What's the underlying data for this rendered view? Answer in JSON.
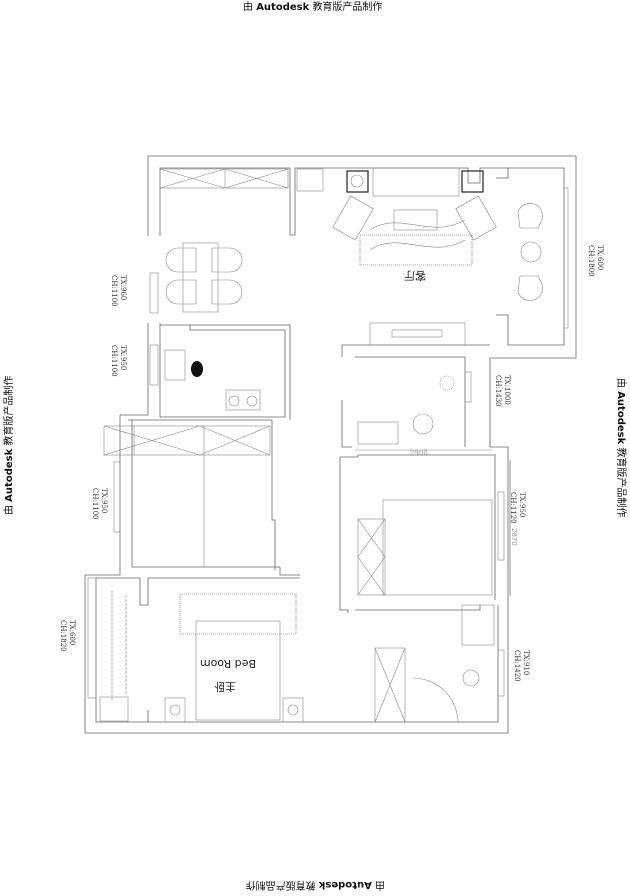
{
  "watermark": {
    "prefix": "由",
    "brand": "Autodesk",
    "suffix": "教育版产品制作"
  },
  "rooms": {
    "living_room": "客厅",
    "master_bedroom_cn": "主卧",
    "master_bedroom_en": "Bed Room"
  },
  "dimensions": {
    "horizontal": "2900",
    "vertical": "2870"
  },
  "windows": [
    {
      "tx": "TX:600",
      "ch": "CH:1800"
    },
    {
      "tx": "TX:960",
      "ch": "CH:1100"
    },
    {
      "tx": "TX:950",
      "ch": "CH:1100"
    },
    {
      "tx": "TX:1000",
      "ch": "CH:1430"
    },
    {
      "tx": "TX:950",
      "ch": "CH:1100"
    },
    {
      "tx": "TX:950",
      "ch": "CH:1120"
    },
    {
      "tx": "TX:600",
      "ch": "CH:1820"
    },
    {
      "tx": "TX:910",
      "ch": "CH:1420"
    }
  ]
}
